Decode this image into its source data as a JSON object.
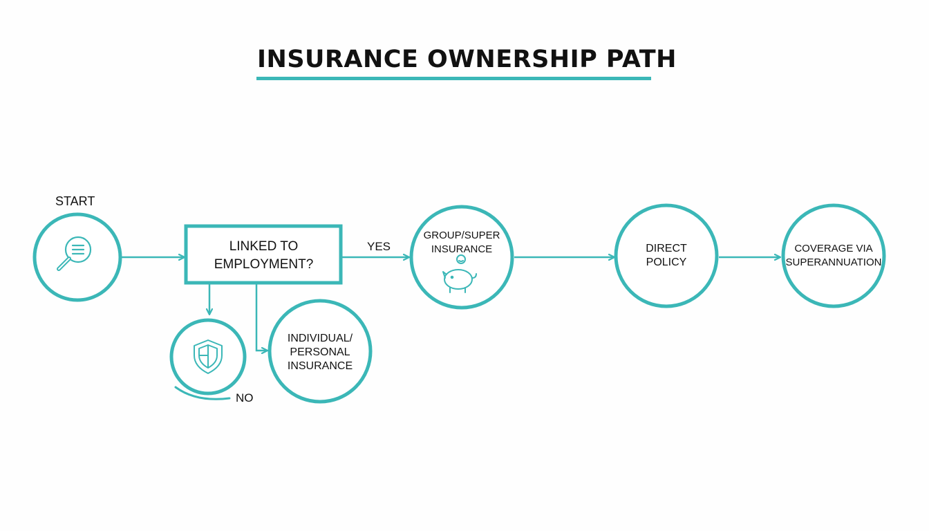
{
  "diagram": {
    "title": "INSURANCE OWNERSHIP PATH",
    "accent_color": "#3bb7b7",
    "start_label": "START",
    "decision": {
      "text": "LINKED TO\nEMPLOYMENT?",
      "yes_label": "YES",
      "no_label": "NO"
    },
    "nodes": {
      "start_icon": "magnifier-document-icon",
      "group_super": "GROUP/SUPER\nINSURANCE",
      "group_super_icon": "piggy-bank-icon",
      "direct_policy": "DIRECT\nPOLICY",
      "coverage_super": "COVERAGE VIA\nSUPERANNUATION",
      "shield_icon": "shield-icon",
      "individual_personal": "INDIVIDUAL/\nPERSONAL\nINSURANCE"
    }
  }
}
